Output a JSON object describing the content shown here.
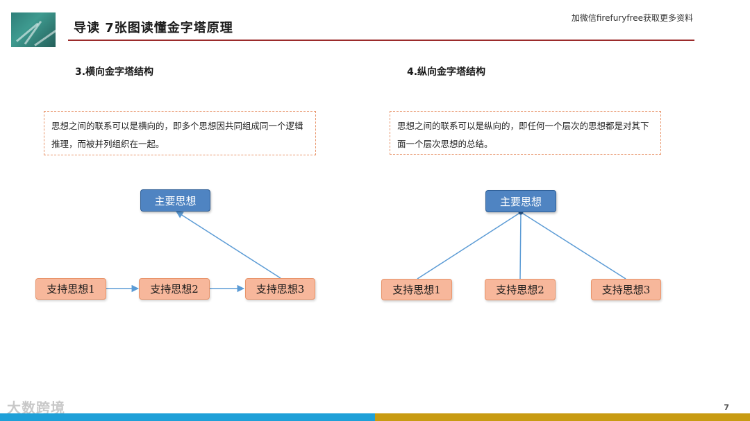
{
  "header": {
    "title": "导读 7张图读懂金字塔原理",
    "note": "加微信firefuryfree获取更多资料"
  },
  "colors": {
    "rule": "#9b2b2b",
    "main_node": "#4f84c2",
    "support_node": "#f7b79b",
    "dashed_border": "#e8946a",
    "connector": "#5b9bd5",
    "footer_left": "#1fa0d8",
    "footer_right": "#c89b12"
  },
  "sections": [
    {
      "title": "3.横向金字塔结构",
      "description": "思想之间的联系可以是横向的，即多个思想因共同组成同一个逻辑推理，而被并列组织在一起。",
      "main_node": "主要思想",
      "support_nodes": [
        "支持思想1",
        "支持思想2",
        "支持思想3"
      ]
    },
    {
      "title": "4.纵向金字塔结构",
      "description": "思想之间的联系可以是纵向的，即任何一个层次的思想都是对其下面一个层次思想的总结。",
      "main_node": "主要思想",
      "support_nodes": [
        "支持思想1",
        "支持思想2",
        "支持思想3"
      ]
    }
  ],
  "footer": {
    "page_number": "7",
    "watermark": "大数跨境"
  }
}
